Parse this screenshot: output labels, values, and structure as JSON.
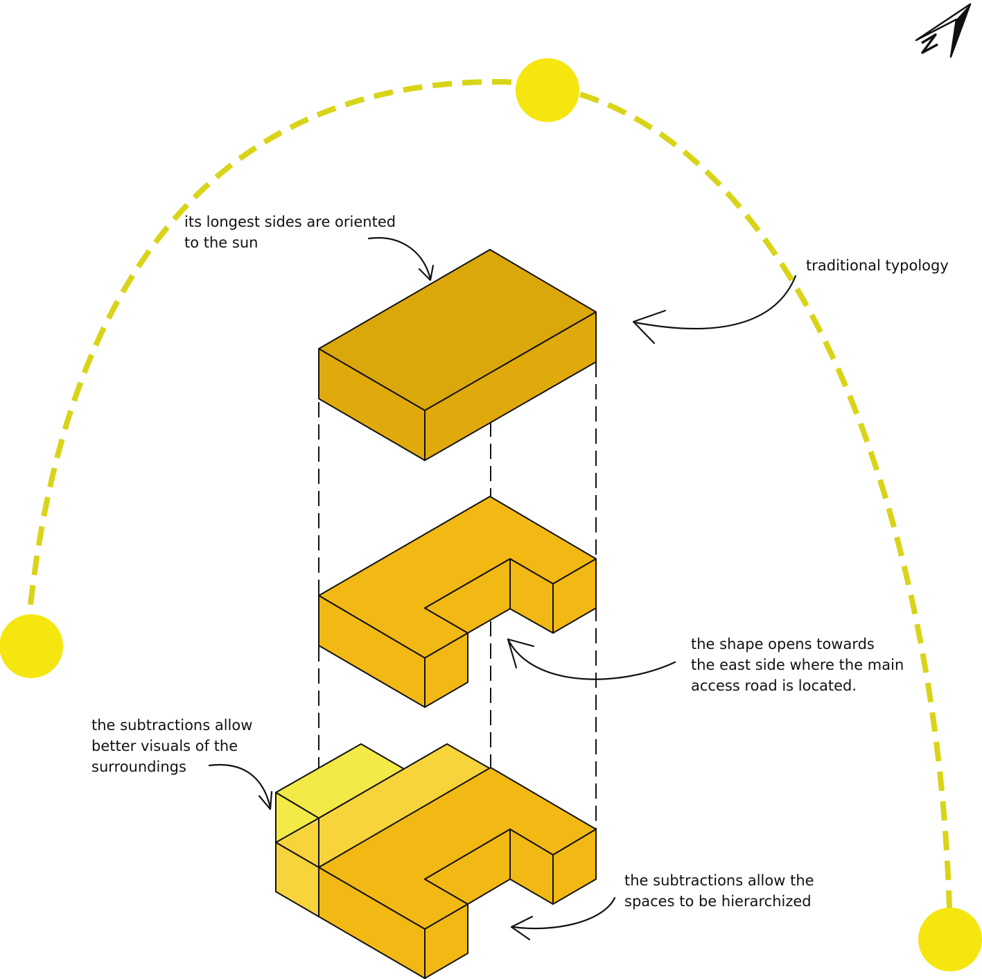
{
  "annotations": {
    "sun_orientation": "its longest sides are oriented\nto the sun",
    "traditional": "traditional typology",
    "east_opening": "the shape opens towards\nthe east side where the main\naccess road is located.",
    "visuals": "the subtractions allow\nbetter visuals of the\nsurroundings",
    "hierarchy": "the subtractions allow the\nspaces to be hierarchized"
  },
  "north_arrow": {
    "letter": "N",
    "icon": "north-arrow-icon"
  },
  "colors": {
    "sun": "#f5e60f",
    "sun_path": "#d9d418",
    "box_top": "#dba80b",
    "box_side": "#e0a90c",
    "mass": "#f2b814",
    "mass_light": "#f7d43c",
    "subtraction": "#f3ea48",
    "line": "#111111"
  }
}
